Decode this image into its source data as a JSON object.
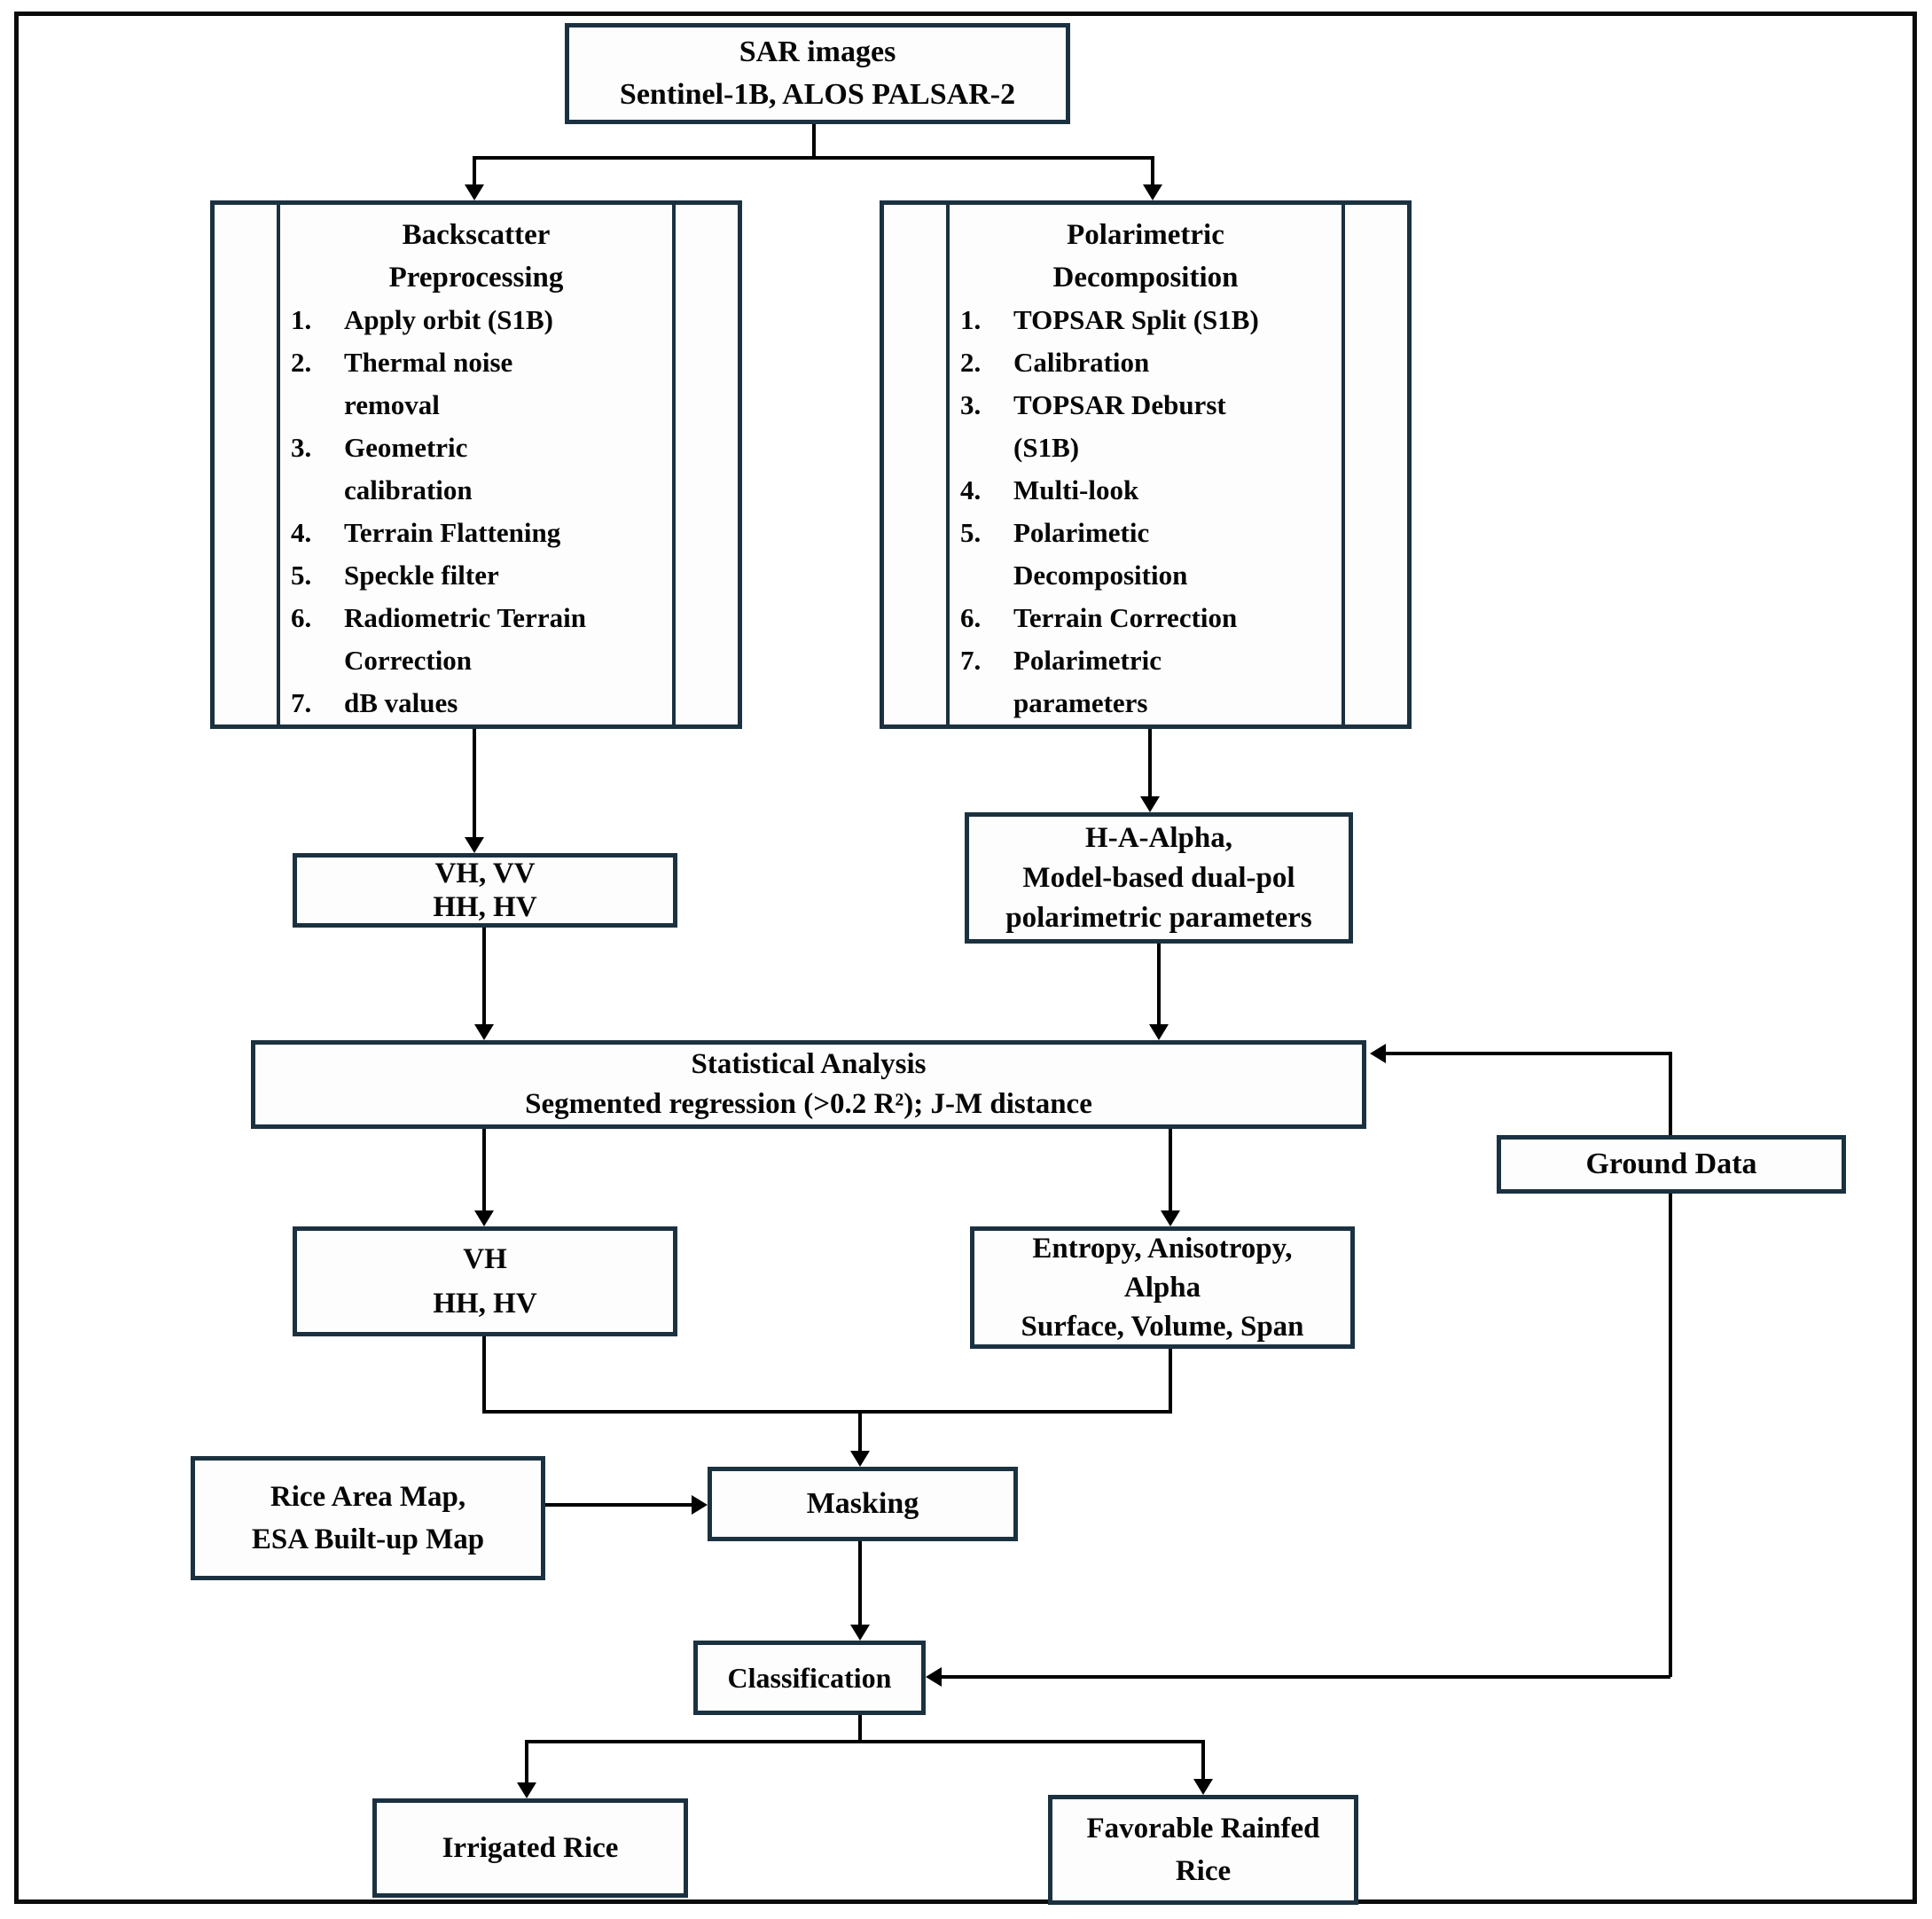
{
  "figure": {
    "background": "#ffffff",
    "outer_border_color": "#0b0b0b",
    "box_border_color": "#1b3140",
    "connector_color": "#000000",
    "text_color": "#070707"
  },
  "nodes": {
    "sar": {
      "text": "SAR images\nSentinel-1B, ALOS PALSAR-2"
    },
    "backscatter": {
      "title": "Backscatter\nPreprocessing",
      "items": [
        "Apply orbit (S1B)",
        "Thermal noise\nremoval",
        "Geometric\ncalibration",
        "Terrain Flattening",
        "Speckle filter",
        "Radiometric Terrain\nCorrection",
        "dB values"
      ]
    },
    "polarimetric": {
      "title": "Polarimetric\nDecomposition",
      "items": [
        "TOPSAR Split (S1B)",
        "Calibration",
        "TOPSAR Deburst\n(S1B)",
        "Multi-look",
        "Polarimetic\nDecomposition",
        "Terrain Correction",
        "Polarimetric\nparameters"
      ]
    },
    "vh_vv": {
      "text": "VH, VV\nHH, HV"
    },
    "h_a_alpha": {
      "text": "H-A-Alpha,\nModel-based dual-pol\npolarimetric parameters"
    },
    "statistical": {
      "text": "Statistical Analysis\nSegmented regression (>0.2 R²); J-M distance"
    },
    "ground_data": {
      "text": "Ground Data"
    },
    "vh": {
      "text": "VH\nHH, HV"
    },
    "entropy": {
      "text": "Entropy, Anisotropy,\nAlpha\nSurface, Volume, Span"
    },
    "rice_map": {
      "text": "Rice Area Map,\nESA Built-up Map"
    },
    "masking": {
      "text": "Masking"
    },
    "classification": {
      "text": "Classification"
    },
    "irrigated": {
      "text": "Irrigated Rice"
    },
    "favorable": {
      "text": "Favorable Rainfed\nRice"
    }
  }
}
